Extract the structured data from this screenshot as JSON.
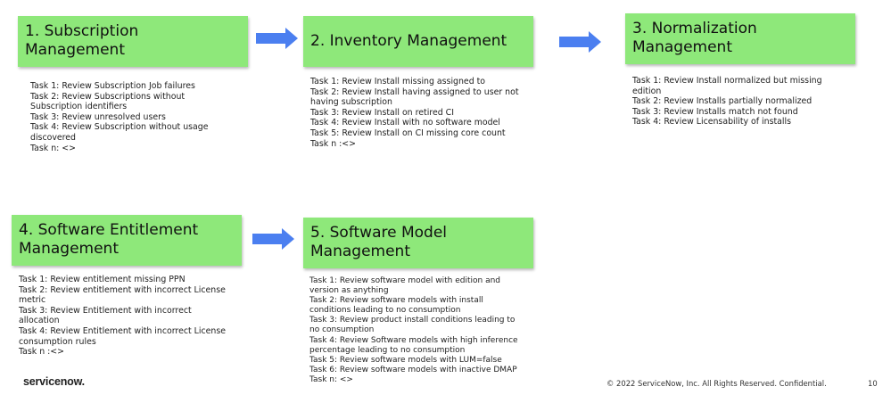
{
  "stages": [
    {
      "title": "1. Subscription Management",
      "tasks": [
        "Task 1: Review Subscription Job failures",
        "Task 2: Review Subscriptions without Subscription identifiers",
        "Task 3: Review unresolved users",
        "Task 4: Review Subscription without usage discovered",
        "Task n: <>"
      ]
    },
    {
      "title": "2. Inventory Management",
      "tasks": [
        "Task 1: Review Install missing assigned to",
        "Task 2: Review Install having assigned to user not having subscription",
        "Task 3: Review Install on retired CI",
        "Task 4: Review Install with no software model",
        "Task 5: Review Install on CI missing core count",
        "Task n :<>"
      ]
    },
    {
      "title": "3. Normalization Management",
      "tasks": [
        "Task 1: Review Install normalized but missing edition",
        "Task 2: Review Installs partially normalized",
        "Task 3: Review Installs match not found",
        "Task 4: Review Licensability of installs"
      ]
    },
    {
      "title": "4. Software Entitlement Management",
      "tasks": [
        "Task 1: Review entitlement missing PPN",
        "Task 2: Review entitlement with incorrect License metric",
        "Task 3: Review Entitlement with incorrect allocation",
        "Task 4: Review Entitlement with incorrect License consumption rules",
        "Task n :<>"
      ]
    },
    {
      "title": "5. Software Model Management",
      "tasks": [
        "Task 1: Review software model with edition and version as anything",
        "Task 2: Review software models with install conditions leading to no consumption",
        "Task 3: Review product install conditions leading to no consumption",
        "Task 4: Review Software models with high inference percentage leading to no consumption",
        "Task 5: Review software models with LUM=false",
        "Task 6: Review software models with inactive DMAP",
        "Task n: <>"
      ]
    }
  ],
  "footer": {
    "logo_text": "servicenow.",
    "copyright": "© 2022 ServiceNow, Inc. All Rights Reserved. Confidential.",
    "page_number": "10"
  },
  "colors": {
    "box_fill": "#8ee87a",
    "arrow_fill": "#4b7ff0"
  },
  "icons": [
    "right-arrow-icon"
  ]
}
